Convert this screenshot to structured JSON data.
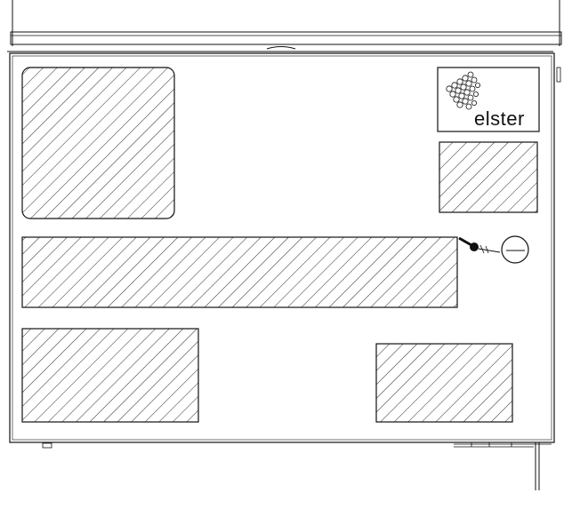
{
  "brand": {
    "name": "elster",
    "logo_icon": "grape-cluster-icon"
  },
  "colors": {
    "line": "#111111",
    "background": "#ffffff"
  },
  "panels": [
    {
      "id": "top-left-window",
      "shape": "rounded",
      "fill": "diagonal-hatch"
    },
    {
      "id": "right-window",
      "shape": "rect",
      "fill": "diagonal-hatch"
    },
    {
      "id": "middle-band",
      "shape": "rect",
      "fill": "diagonal-hatch"
    },
    {
      "id": "bottom-left-window",
      "shape": "rect",
      "fill": "diagonal-hatch"
    },
    {
      "id": "bottom-right-window",
      "shape": "rect",
      "fill": "diagonal-hatch"
    }
  ],
  "controls": {
    "lock_icon": "lock-knob-icon",
    "key_icon": "key-icon"
  }
}
